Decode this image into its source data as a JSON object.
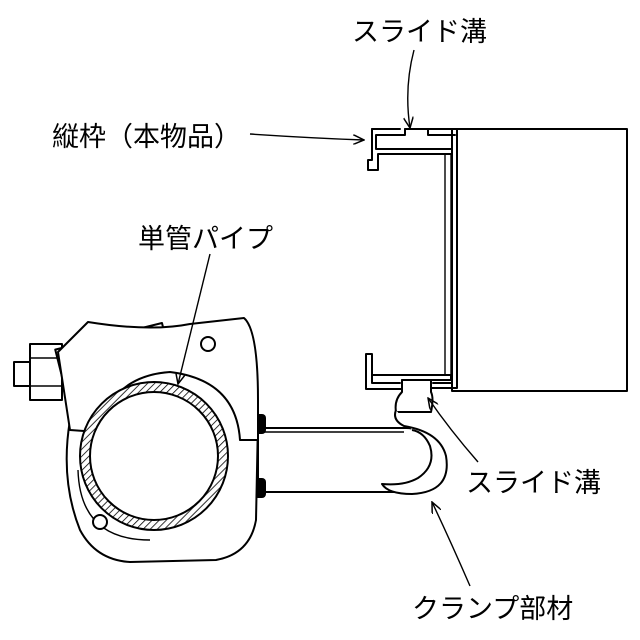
{
  "labels": {
    "slide_groove_top": "スライド溝",
    "vertical_frame": "縦枠（本物品）",
    "single_pipe": "単管パイプ",
    "slide_groove_bottom": "スライド溝",
    "clamp_member": "クランプ部材"
  }
}
